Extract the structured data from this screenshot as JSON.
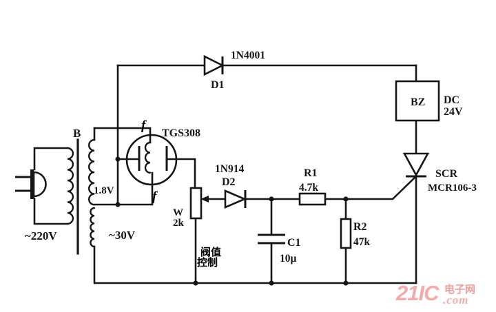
{
  "schematic": {
    "transformer": {
      "core_label": "B",
      "primary_voltage": "~220V",
      "heater_winding_voltage": "1.8V",
      "secondary_voltage": "~30V"
    },
    "gas_sensor": {
      "part": "TGS308",
      "terminal_top": "f",
      "terminal_bottom": "f"
    },
    "d1": {
      "part": "1N4001",
      "ref": "D1"
    },
    "d2": {
      "part": "1N914",
      "ref": "D2"
    },
    "potentiometer": {
      "ref": "W",
      "value": "2k",
      "caption_line1": "阀值",
      "caption_line2": "控制"
    },
    "r1": {
      "ref": "R1",
      "value": "4.7k"
    },
    "r2": {
      "ref": "R2",
      "value": "47k"
    },
    "c1": {
      "ref": "C1",
      "value": "10µ"
    },
    "buzzer": {
      "ref": "BZ",
      "supply_line1": "DC",
      "supply_line2": "24V"
    },
    "scr": {
      "ref": "SCR",
      "part": "MCR106-3"
    }
  },
  "watermark": {
    "brand": "21IC",
    "site_cn": "电子网",
    "suffix": ".com",
    "color": "#f2a4a4"
  },
  "colors": {
    "ink": "#161616",
    "background": "#ffffff"
  }
}
